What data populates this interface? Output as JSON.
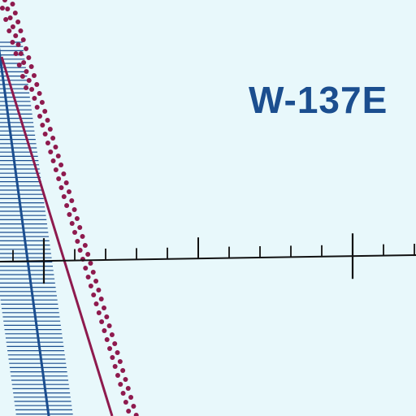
{
  "map": {
    "background_color": "#e8f8fb",
    "restricted_area_label": "W-137E",
    "label_color": "#1b4e8f",
    "colors": {
      "boundary_blue": "#1b4e8f",
      "boundary_magenta": "#8e1a4e",
      "scale_black": "#111111"
    },
    "features": [
      {
        "name": "blue-hatched-boundary",
        "style": "tick-hatched line",
        "color": "#1b4e8f"
      },
      {
        "name": "magenta-line",
        "style": "solid line",
        "color": "#8e1a4e"
      },
      {
        "name": "magenta-dotted-band",
        "style": "dotted band",
        "color": "#8e1a4e"
      },
      {
        "name": "tick-scale-line",
        "style": "scale bar with ticks",
        "color": "#111111"
      }
    ]
  }
}
